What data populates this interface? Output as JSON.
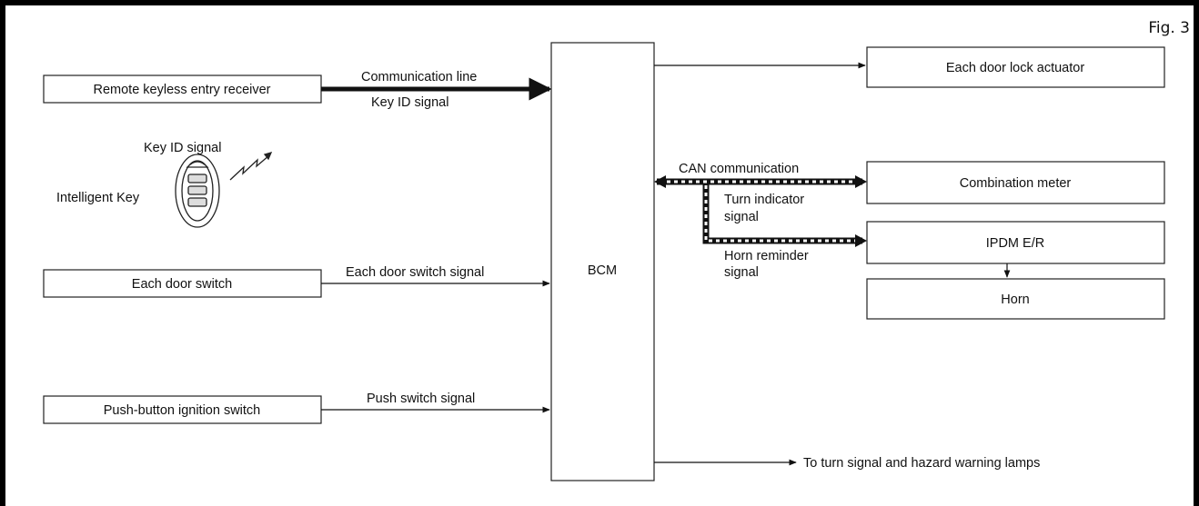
{
  "figure": {
    "label": "Fig. 3"
  },
  "blocks": {
    "remote_receiver": "Remote keyless entry receiver",
    "door_switch": "Each door switch",
    "push_button": "Push-button ignition switch",
    "bcm": "BCM",
    "door_lock": "Each door lock actuator",
    "combination_meter": "Combination meter",
    "ipdm": "IPDM E/R",
    "horn": "Horn"
  },
  "labels": {
    "communication_line": "Communication line",
    "key_id_signal_1": "Key ID signal",
    "key_id_signal_2": "Key ID signal",
    "intelligent_key": "Intelligent Key",
    "door_switch_signal": "Each door switch signal",
    "push_switch_signal": "Push switch signal",
    "can_communication": "CAN communication",
    "turn_indicator_1": "Turn indicator",
    "turn_indicator_2": "signal",
    "horn_reminder_1": "Horn reminder",
    "horn_reminder_2": "signal",
    "turn_lamps": "To turn signal and hazard warning lamps"
  },
  "colors": {
    "line": "#111111",
    "border": "#000000"
  }
}
